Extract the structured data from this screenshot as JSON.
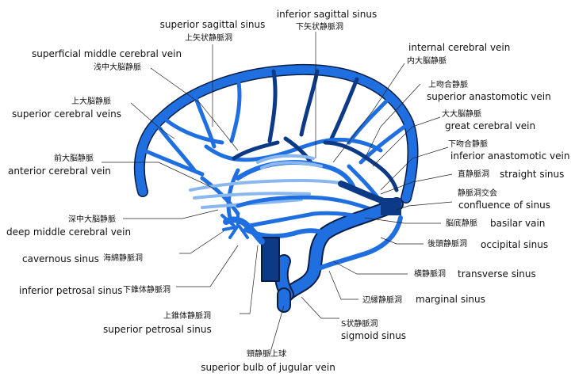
{
  "colors": {
    "sinus_blue": "#1f6fe0",
    "deep_vein_blue": "#0c3a86",
    "light_vein_blue": "#8ab8ee",
    "outline": "#0a1e44"
  },
  "labels": {
    "superior_sagittal_sinus": {
      "en": "superior sagittal sinus",
      "jp": "上矢状静脈洞"
    },
    "inferior_sagittal_sinus": {
      "en": "inferior sagittal sinus",
      "jp": "下矢状静脈洞"
    },
    "superficial_middle_cerebral_vein": {
      "en": "superficial middle cerebral vein",
      "jp": "浅中大脳静脈"
    },
    "internal_cerebral_vein": {
      "en": "internal cerebral vein",
      "jp": "内大脳静脈"
    },
    "superior_cerebral_veins": {
      "en": "superior cerebral veins",
      "jp": "上大脳静脈"
    },
    "superior_anastomotic_vein": {
      "en": "superior anastomotic vein",
      "jp": "上吻合静脈"
    },
    "great_cerebral_vein": {
      "en": "great cerebral vein",
      "jp": "大大脳静脈"
    },
    "anterior_cerebral_vein": {
      "en": "anterior cerebral vein",
      "jp": "前大脳静脈"
    },
    "inferior_anastomotic_vein": {
      "en": "inferior anastomotic vein",
      "jp": "下吻合静脈"
    },
    "straight_sinus": {
      "en": "straight sinus",
      "jp": "直静脈洞"
    },
    "confluence_of_sinus": {
      "en": "confluence of sinus",
      "jp": "静脈洞交会"
    },
    "deep_middle_cerebral_vein": {
      "en": "deep middle cerebral vein",
      "jp": "深中大脳静脈"
    },
    "basilar_vain": {
      "en": "basilar vain",
      "jp": "脳底静脈"
    },
    "occipital_sinus": {
      "en": "occipital sinus",
      "jp": "後頭静脈洞"
    },
    "cavernous_sinus": {
      "en": "cavernous sinus",
      "jp": "海綿静脈洞"
    },
    "transverse_sinus": {
      "en": "transverse sinus",
      "jp": "横静脈洞"
    },
    "inferior_petrosal_sinus": {
      "en": "inferior petrosal sinus",
      "jp": "下錐体静脈洞"
    },
    "marginal_sinus": {
      "en": "marginal sinus",
      "jp": "辺縁静脈洞"
    },
    "superior_petrosal_sinus": {
      "en": "superior petrosal sinus",
      "jp": "上錐体静脈洞"
    },
    "sigmoid_sinus": {
      "en": "sigmoid sinus",
      "jp": "S状静脈洞"
    },
    "superior_bulb_of_jugular_vein": {
      "en": "superior bulb of jugular vein",
      "jp": "頸静脈上球"
    }
  }
}
